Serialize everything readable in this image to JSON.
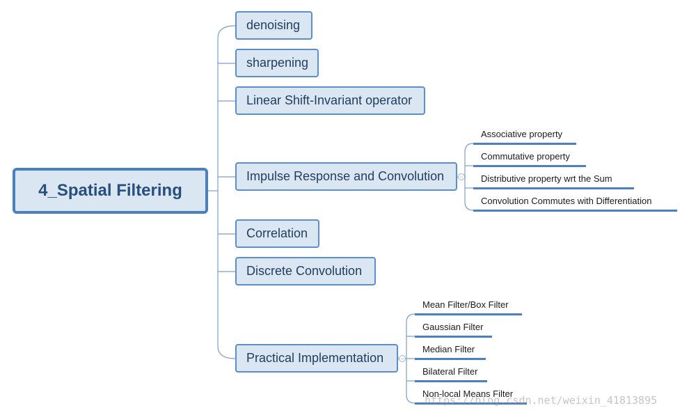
{
  "root": {
    "label": "4_Spatial Filtering"
  },
  "branches": [
    {
      "label": "denoising"
    },
    {
      "label": "sharpening"
    },
    {
      "label": "Linear Shift-Invariant operator"
    },
    {
      "label": "Impulse Response and Convolution",
      "children": [
        "Associative property",
        "Commutative property",
        "Distributive property wrt the Sum",
        "Convolution Commutes with Differentiation"
      ]
    },
    {
      "label": "Correlation"
    },
    {
      "label": "Discrete Convolution"
    },
    {
      "label": "Practical Implementation",
      "children": [
        "Mean Filter/Box Filter",
        "Gaussian Filter",
        "Median Filter",
        "Bilateral Filter",
        "Non-local Means Filter"
      ]
    }
  ],
  "watermark": "https://blog.csdn.net/weixin_41813895",
  "colors": {
    "node_fill": "#dbe6f3",
    "border": "#4a7fc0",
    "connector": "#6f97c8"
  }
}
